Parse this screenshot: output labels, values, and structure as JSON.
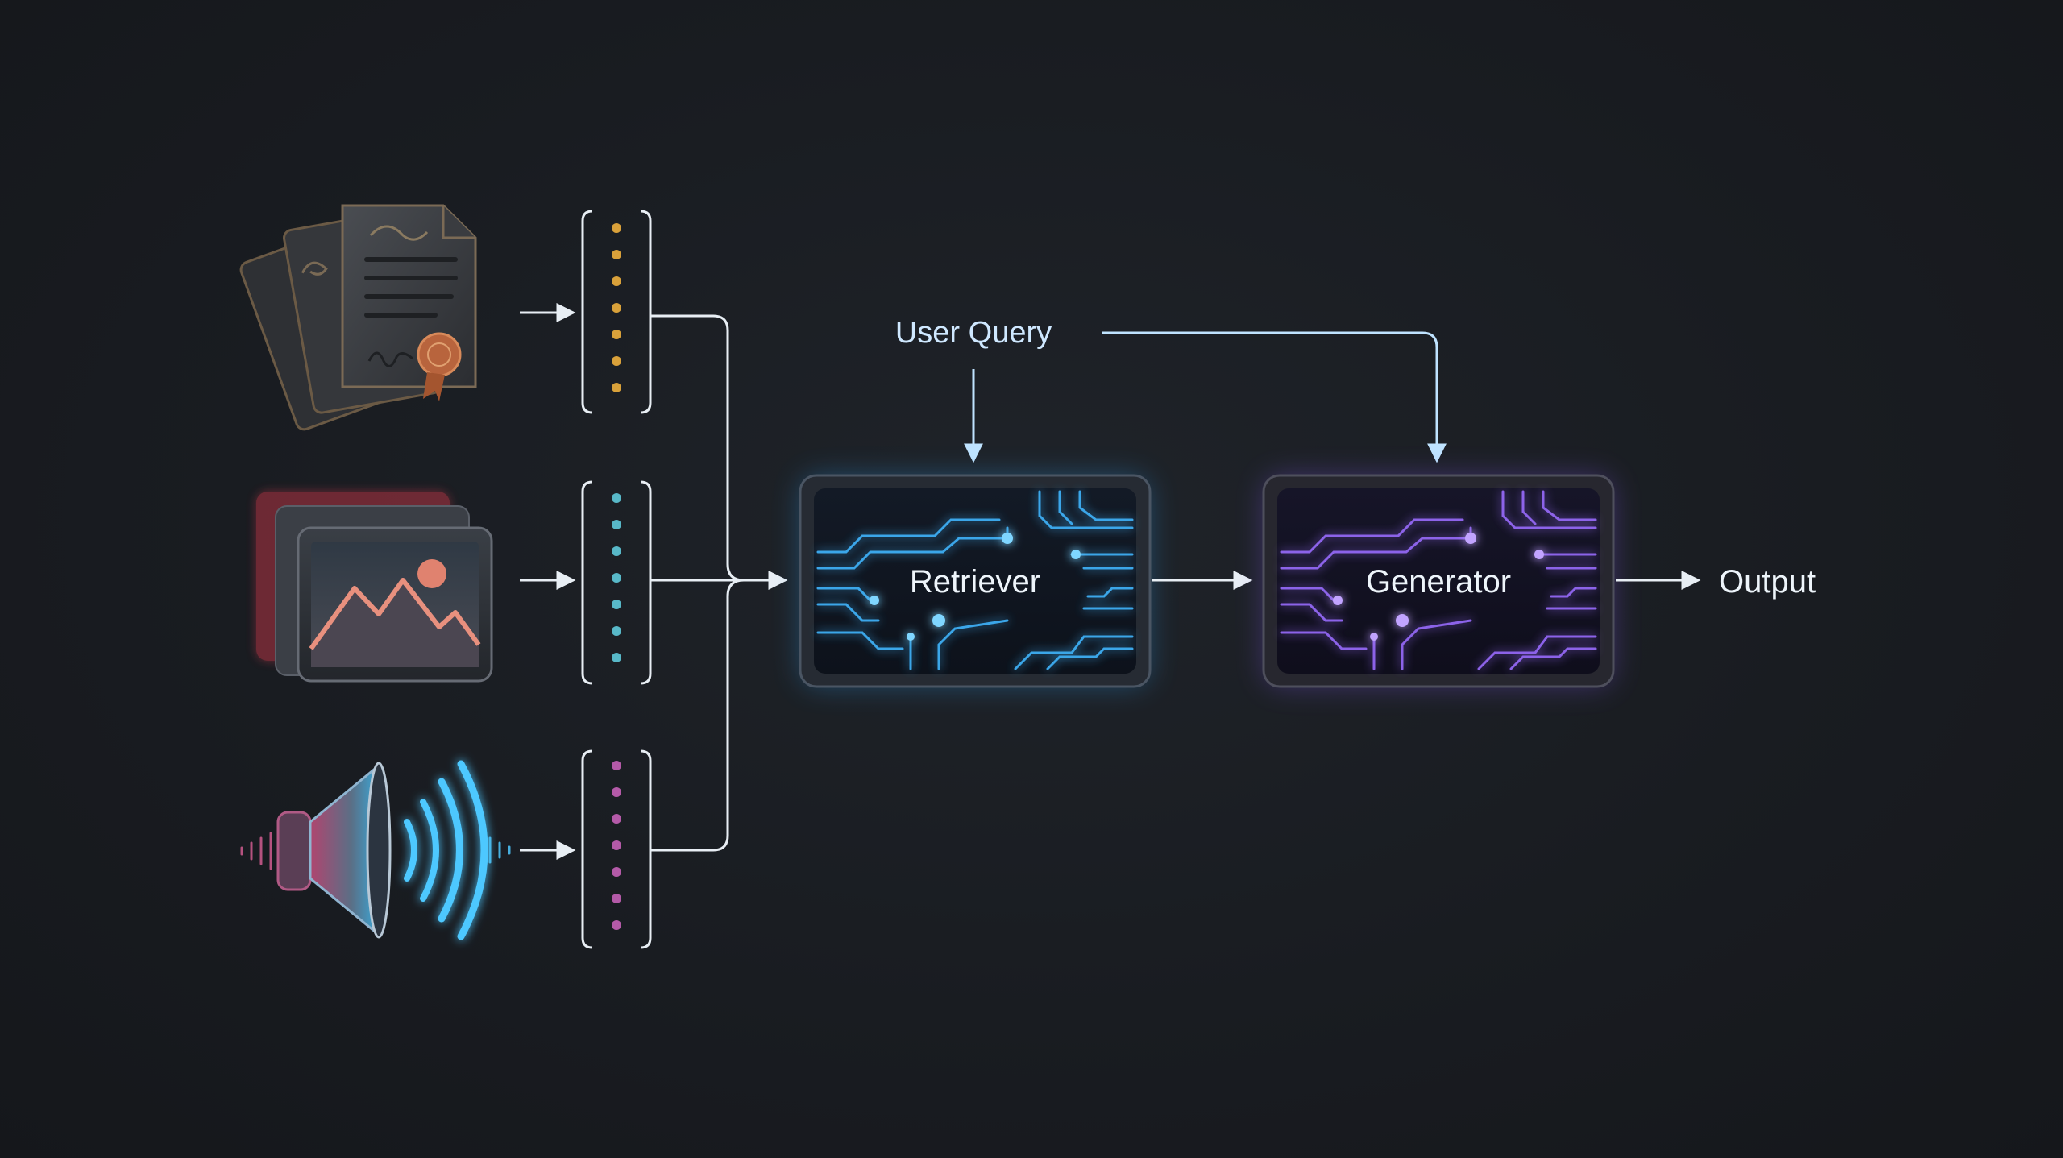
{
  "diagram": {
    "query_label": "User Query",
    "retriever_label": "Retriever",
    "generator_label": "Generator",
    "output_label": "Output"
  },
  "inputs": [
    {
      "icon": "documents-icon",
      "embedding_color": "#d9a13a"
    },
    {
      "icon": "image-icon",
      "embedding_color": "#58b8c8"
    },
    {
      "icon": "audio-speaker-icon",
      "embedding_color": "#b45aa8"
    }
  ],
  "colors": {
    "background": "#1a1d22",
    "arrow": "#e8eef4",
    "retriever_accent": "#3fb6ff",
    "generator_accent": "#9a6cff",
    "query_arrow": "#bfe3ff"
  }
}
